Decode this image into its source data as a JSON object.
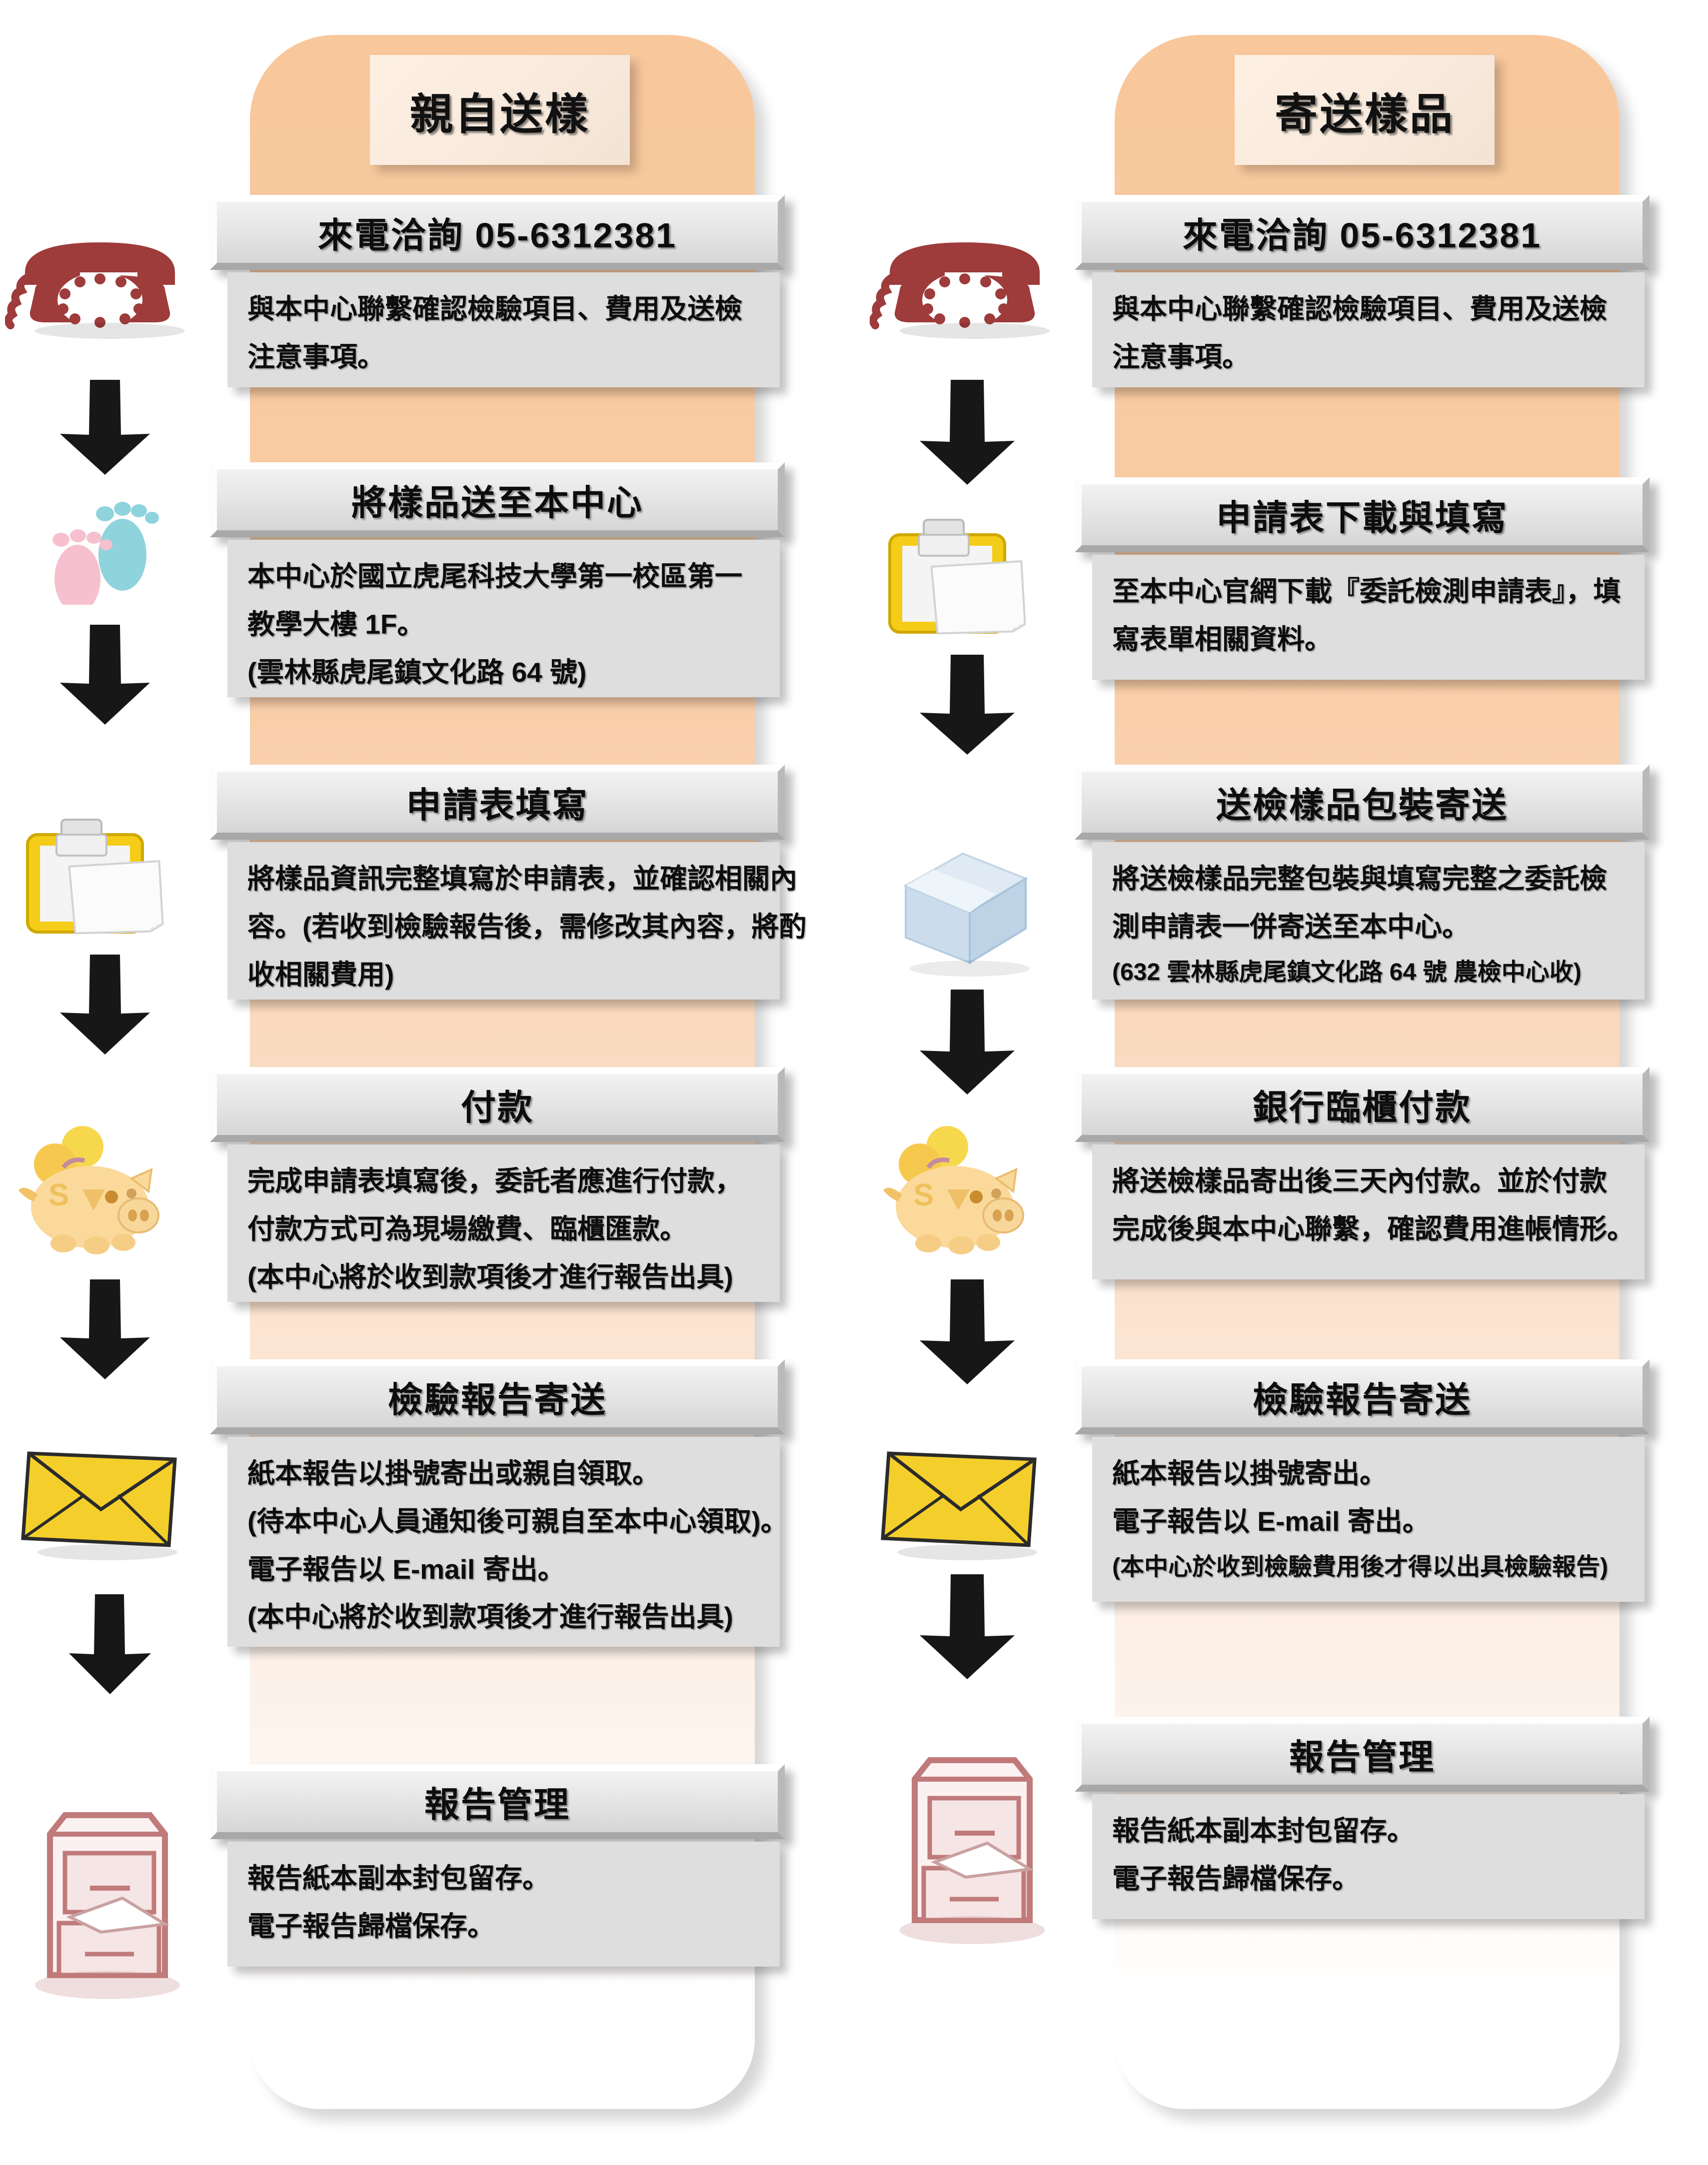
{
  "columns": [
    {
      "id": "in-person",
      "header": "親自送樣",
      "steps": [
        {
          "title": "來電洽詢 05-6312381",
          "icon": "telephone-icon",
          "lines": [
            "與本中心聯繫確認檢驗項目、費用及送檢",
            "注意事項。"
          ]
        },
        {
          "title": "將樣品送至本中心",
          "icon": "footprints-icon",
          "lines": [
            "本中心於國立虎尾科技大學第一校區第一",
            "教學大樓 1F。",
            "(雲林縣虎尾鎮文化路 64 號)"
          ]
        },
        {
          "title": "申請表填寫",
          "icon": "clipboard-icon",
          "lines": [
            "將樣品資訊完整填寫於申請表，並確認相關內",
            "容。(若收到檢驗報告後，需修改其內容，將酌",
            "收相關費用)"
          ]
        },
        {
          "title": "付款",
          "icon": "piggy-bank-icon",
          "lines": [
            "完成申請表填寫後，委託者應進行付款，",
            "付款方式可為現場繳費、臨櫃匯款。",
            "(本中心將於收到款項後才進行報告出具)"
          ]
        },
        {
          "title": "檢驗報告寄送",
          "icon": "envelope-icon",
          "lines": [
            "紙本報告以掛號寄出或親自領取。",
            "(待本中心人員通知後可親自至本中心領取)。",
            "電子報告以 E-mail 寄出。",
            "(本中心將於收到款項後才進行報告出具)"
          ]
        },
        {
          "title": "報告管理",
          "icon": "filing-cabinet-icon",
          "lines": [
            "報告紙本副本封包留存。",
            "電子報告歸檔保存。"
          ]
        }
      ]
    },
    {
      "id": "mail-in",
      "header": "寄送樣品",
      "steps": [
        {
          "title": "來電洽詢 05-6312381",
          "icon": "telephone-icon",
          "lines": [
            "與本中心聯繫確認檢驗項目、費用及送檢",
            "注意事項。"
          ]
        },
        {
          "title": "申請表下載與填寫",
          "icon": "clipboard-icon",
          "lines": [
            "至本中心官網下載『委託檢測申請表』，填",
            "寫表單相關資料。"
          ]
        },
        {
          "title": "送檢樣品包裝寄送",
          "icon": "package-box-icon",
          "lines": [
            "將送檢樣品完整包裝與填寫完整之委託檢",
            "測申請表一併寄送至本中心。",
            "(632 雲林縣虎尾鎮文化路 64 號  農檢中心收)"
          ]
        },
        {
          "title": "銀行臨櫃付款",
          "icon": "piggy-bank-icon",
          "lines": [
            "將送檢樣品寄出後三天內付款。並於付款",
            "完成後與本中心聯繫，確認費用進帳情形。"
          ]
        },
        {
          "title": "檢驗報告寄送",
          "icon": "envelope-icon",
          "lines": [
            "紙本報告以掛號寄出。",
            "電子報告以 E-mail 寄出。",
            "(本中心於收到檢驗費用後才得以出具檢驗報告)"
          ]
        },
        {
          "title": "報告管理",
          "icon": "filing-cabinet-icon",
          "lines": [
            "報告紙本副本封包留存。",
            "電子報告歸檔保存。"
          ]
        }
      ]
    }
  ],
  "colors": {
    "panel_peach": "#f8c79b",
    "title_bar": "#e6e6e6",
    "body_box": "#dedede",
    "telephone": "#9e3b3b",
    "footprint_blue": "#8fd3dd",
    "footprint_pink": "#f6c0cf",
    "clipboard_yellow": "#f5cc17",
    "piggy_yellow": "#f6c94e",
    "envelope_yellow": "#f4cf2c",
    "package_blue": "#c8dcec",
    "cabinet_rose": "#c98c8c",
    "arrow_black": "#171717"
  }
}
